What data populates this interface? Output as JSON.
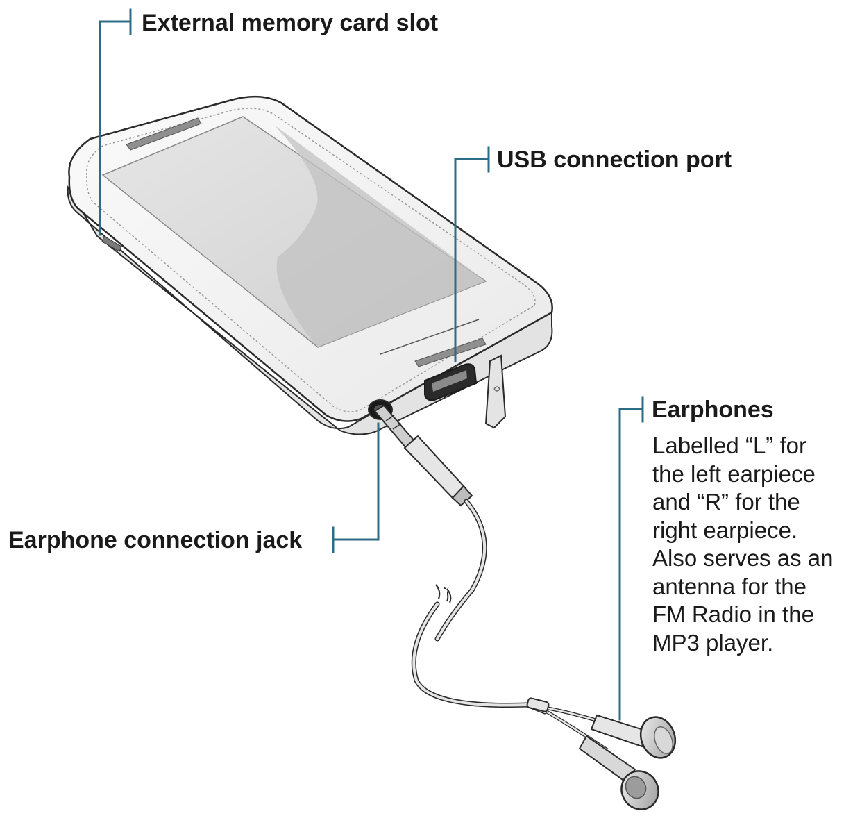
{
  "labels": {
    "memory_card_slot": "External memory card slot",
    "usb_port": "USB connection port",
    "earphones": "Earphones",
    "earphone_jack": "Earphone connection jack"
  },
  "earphones_description": [
    "Labelled “L” for",
    "the left earpiece",
    "and “R” for the",
    "right earpiece.",
    "Also serves as an",
    "antenna for the",
    "FM Radio in the",
    "MP3 player."
  ],
  "colors": {
    "callout_line": "#2e6b85",
    "device_outline": "#2a2a2a",
    "device_body": "#f4f4f4",
    "screen": "#dcdcdc",
    "screen_swoosh": "#c4c4c4",
    "text": "#1a1a1a"
  }
}
